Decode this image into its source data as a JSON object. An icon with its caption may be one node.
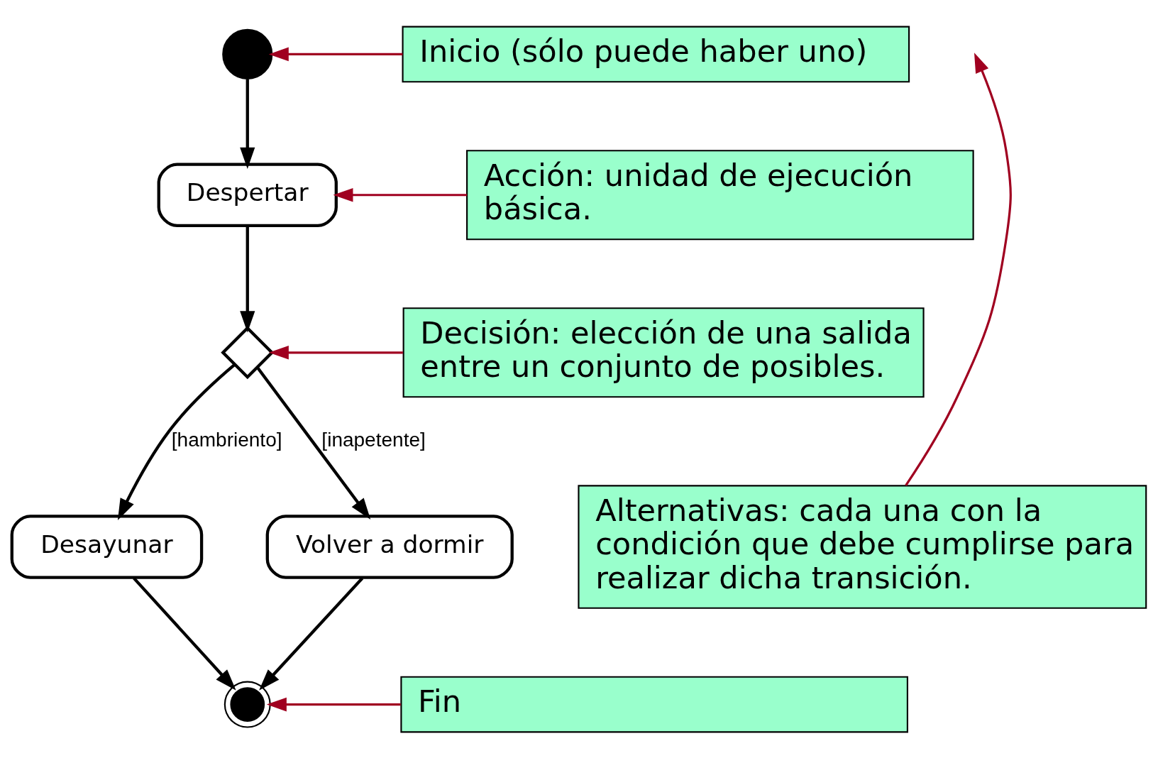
{
  "diagram": {
    "nodes": [
      {
        "text": [],
        "shape": "circle"
      },
      {
        "text": [
          "Despertar"
        ]
      },
      {
        "text": [],
        "shape": "diamond"
      },
      {
        "text": [
          "Desayunar"
        ]
      },
      {
        "text": [
          "Volver a dormir"
        ]
      },
      {
        "text": [],
        "shape": "circle"
      },
      {
        "text": [
          "Inicio (sólo puede haber uno)"
        ]
      },
      {
        "text": [
          "Acción: unidad de ejecución básica."
        ]
      },
      {
        "text": [
          "Decisión: elección de una salida entre un conjunto de posibles."
        ]
      },
      {
        "text": [
          "Alternativas: cada una con la condición que debe cumplirse para realizar dicha transición."
        ]
      },
      {
        "text": [
          "Fin"
        ]
      }
    ],
    "edges": [
      {
        "from": 0,
        "to": 1,
        "arrow": "to"
      },
      {
        "from": 1,
        "to": 2,
        "arrow": "to"
      },
      {
        "from": 2,
        "to": 3,
        "arrow": "to",
        "label": "[hambriento]"
      },
      {
        "from": 2,
        "to": 4,
        "arrow": "to",
        "label": "[inapetente]"
      },
      {
        "from": 3,
        "to": 5,
        "arrow": "to"
      },
      {
        "from": 4,
        "to": 5,
        "arrow": "to"
      },
      {
        "from": 6,
        "to": 0,
        "arrow": "to",
        "color": "#a00020"
      },
      {
        "from": 7,
        "to": 1,
        "arrow": "to",
        "color": "#a00020"
      },
      {
        "from": 8,
        "to": 2,
        "arrow": "to",
        "color": "#a00020"
      },
      {
        "from": 9,
        "to": null,
        "arrow": "to",
        "color": "#a00020"
      },
      {
        "from": 10,
        "to": 5,
        "arrow": "to",
        "color": "#a00020"
      }
    ]
  }
}
